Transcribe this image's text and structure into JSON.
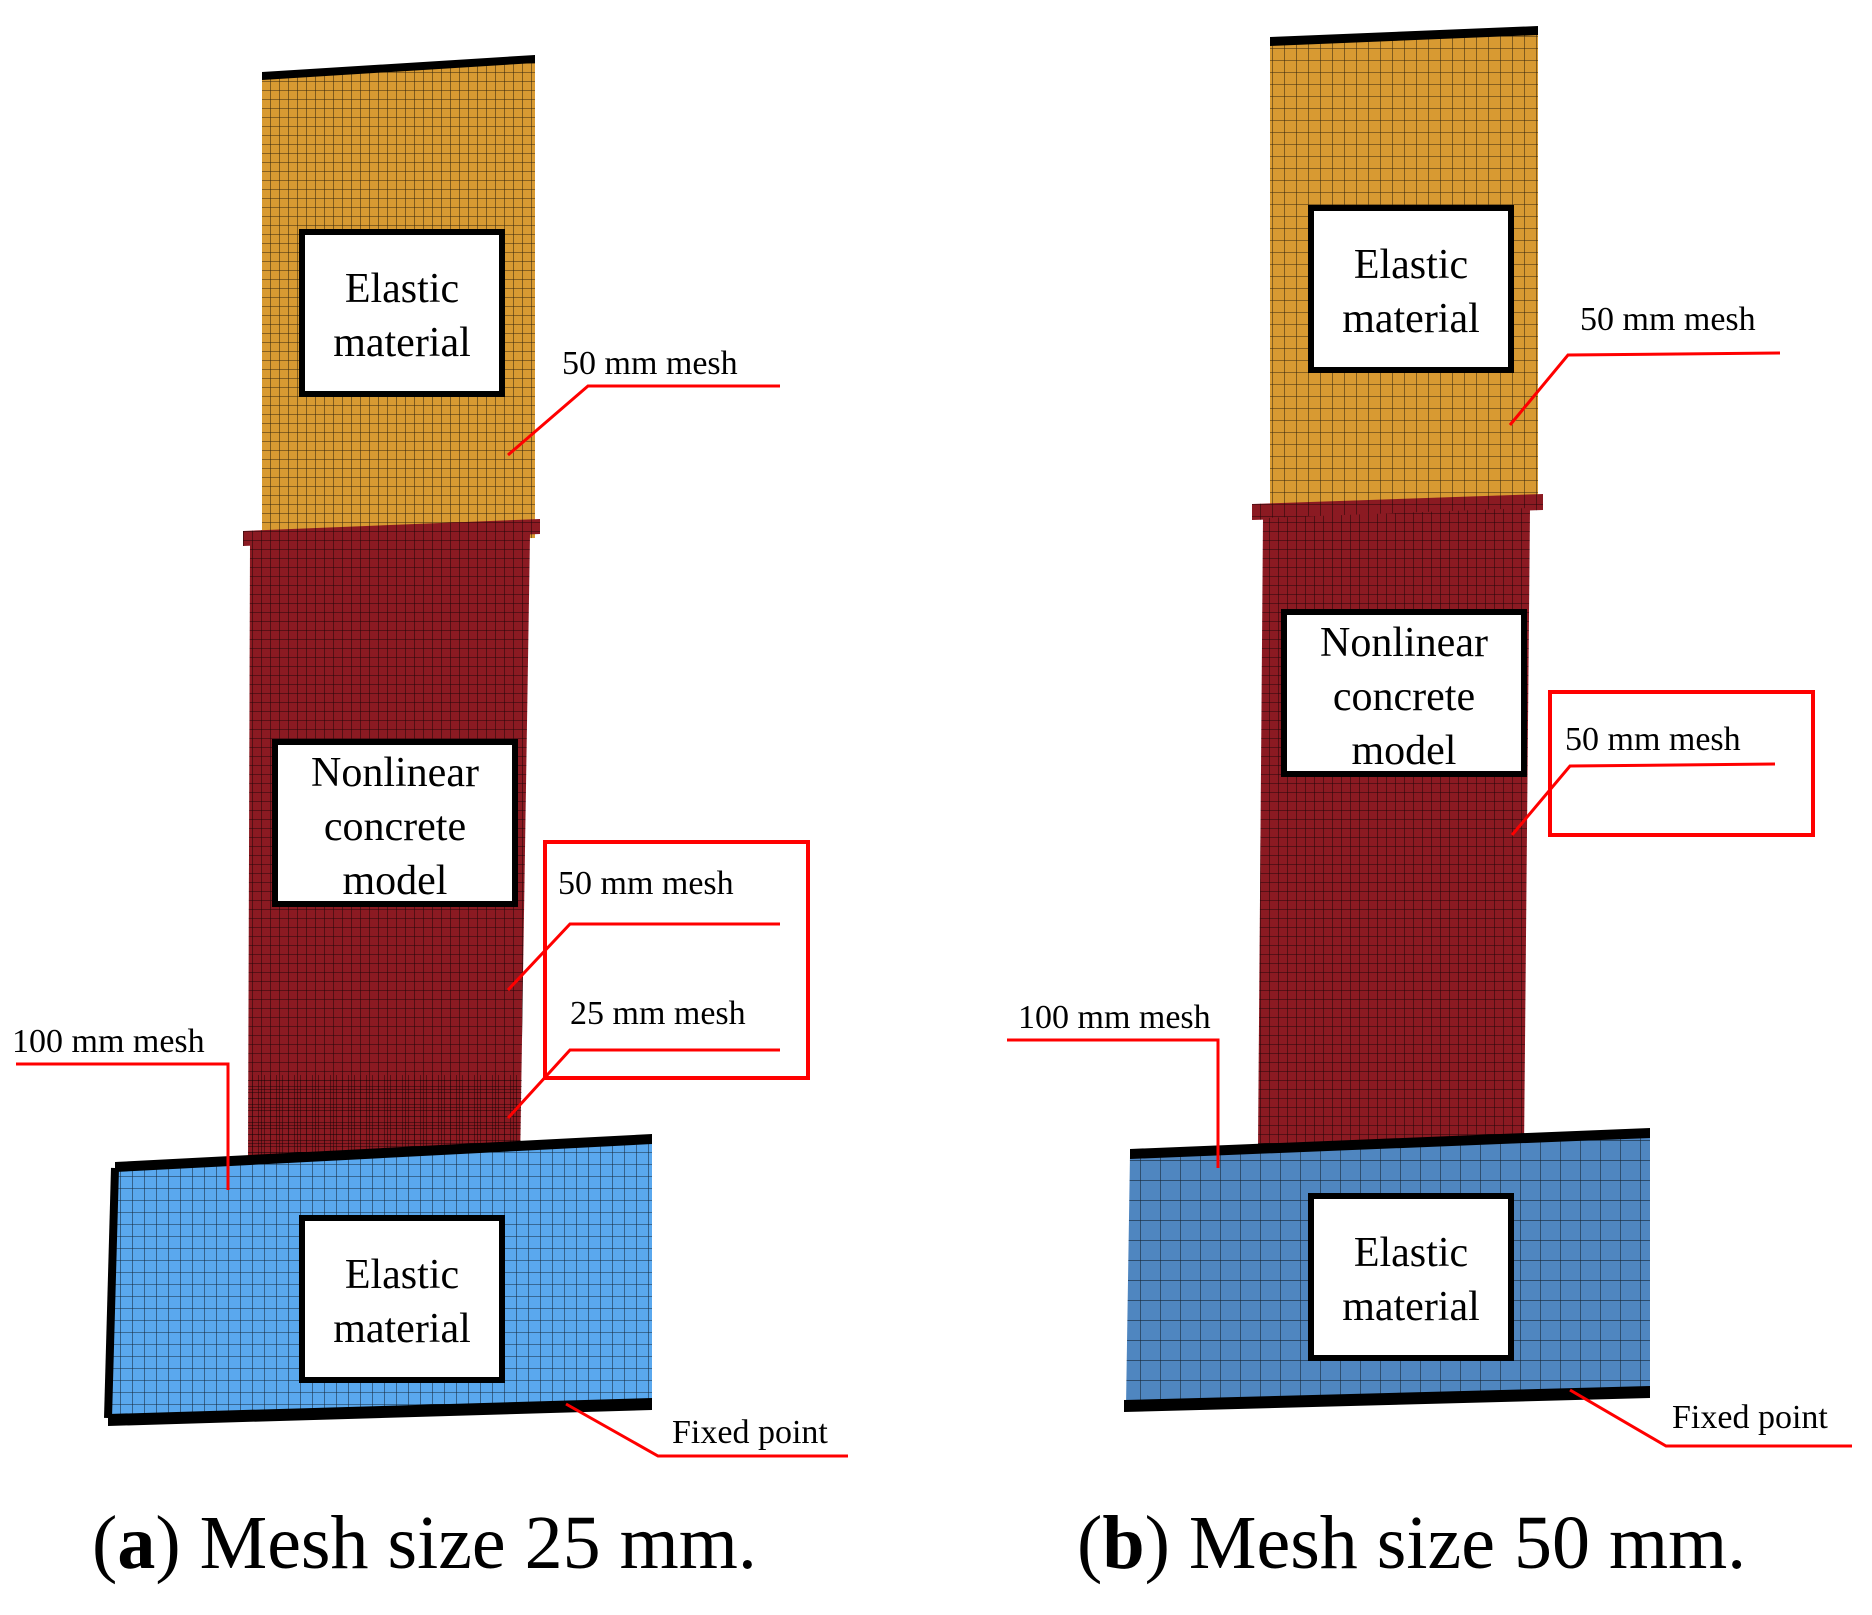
{
  "colors": {
    "elastic_top": "#d89a32",
    "concrete": "#8b1a22",
    "base_a": "#5aa8ee",
    "base_b": "#4f86c0",
    "annotation": "#ff0000"
  },
  "panel_a": {
    "labels": {
      "top_material": [
        "Elastic",
        "material"
      ],
      "mid_material": [
        "Nonlinear",
        "concrete",
        "model"
      ],
      "base_material": [
        "Elastic",
        "material"
      ]
    },
    "callouts": {
      "top_mesh": "50 mm mesh",
      "mid_mesh": "50 mm mesh",
      "low_mesh": "25 mm mesh",
      "base_mesh": "100 mm mesh",
      "fixed": "Fixed point"
    },
    "caption": {
      "letter": "a",
      "text": "Mesh size 25 mm."
    }
  },
  "panel_b": {
    "labels": {
      "top_material": [
        "Elastic",
        "material"
      ],
      "mid_material": [
        "Nonlinear",
        "concrete",
        "model"
      ],
      "base_material": [
        "Elastic",
        "material"
      ]
    },
    "callouts": {
      "top_mesh": "50 mm mesh",
      "mid_mesh": "50 mm mesh",
      "base_mesh": "100 mm mesh",
      "fixed": "Fixed point"
    },
    "caption": {
      "letter": "b",
      "text": "Mesh size 50 mm."
    }
  }
}
